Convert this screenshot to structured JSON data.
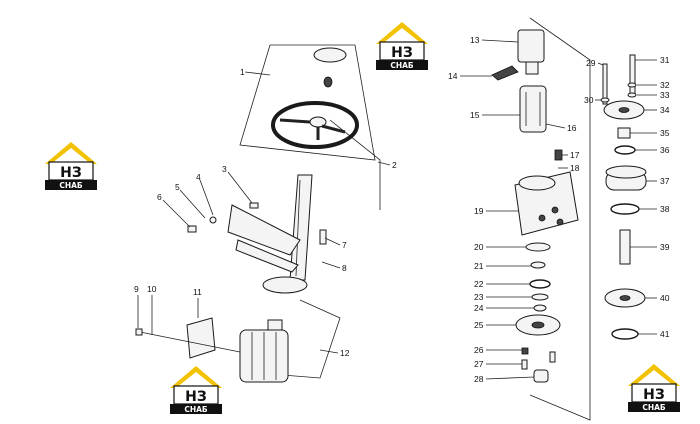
{
  "watermark": {
    "letters": "НЗ",
    "caption": "СНАБ",
    "colors": {
      "roof": "#f2c200",
      "box": "#ffffff",
      "band": "#111111",
      "letters_dark": "#111111",
      "letters_accent": "#f2c200",
      "caption": "#ffffff"
    }
  },
  "callouts": {
    "steering_column": [
      "1",
      "2",
      "3",
      "4",
      "5",
      "6",
      "7",
      "8",
      "9",
      "10",
      "11",
      "12"
    ],
    "steering_unit": [
      "13",
      "14",
      "15",
      "16",
      "17",
      "18",
      "19",
      "20",
      "21",
      "22",
      "23",
      "24",
      "25",
      "26",
      "27",
      "28"
    ],
    "exploded_stack": [
      "29",
      "30",
      "31",
      "32",
      "33",
      "34",
      "35",
      "36",
      "37",
      "38",
      "39",
      "40",
      "41"
    ]
  }
}
